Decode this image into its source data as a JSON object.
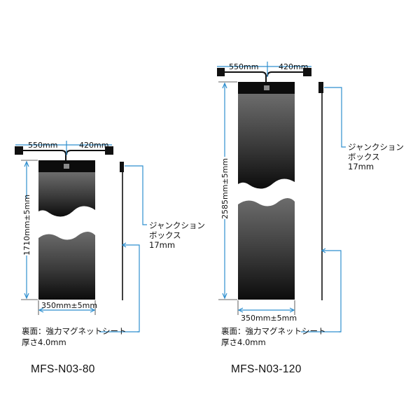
{
  "left": {
    "model": "MFS-N03-80",
    "cable_left": "550mm",
    "cable_right": "420mm",
    "height": "1710mm±5mm",
    "width": "350mm±5mm",
    "junction_box": [
      "ジャンクション",
      "ボックス",
      "17mm"
    ],
    "backside": [
      "裏面：強力マグネットシート",
      "厚さ4.0mm"
    ]
  },
  "right": {
    "model": "MFS-N03-120",
    "cable_left": "550mm",
    "cable_right": "420mm",
    "height": "2585mm±5mm",
    "width": "350mm±5mm",
    "junction_box": [
      "ジャンクション",
      "ボックス",
      "17mm"
    ],
    "backside": [
      "裏面：強力マグネットシート",
      "厚さ4.0mm"
    ]
  },
  "colors": {
    "dimension": "#2f8fcf",
    "panel_dark": "#0c0c0c",
    "panel_light": "#6c6c6c"
  }
}
